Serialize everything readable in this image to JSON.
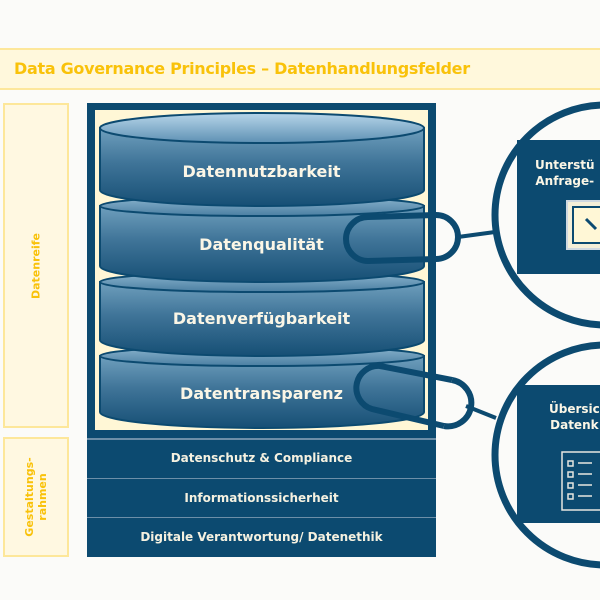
{
  "header": {
    "title": "Data Governance Principles – Datenhandlungsfelder"
  },
  "side_labels": {
    "datenreife": "Datenreife",
    "gestaltungsrahmen_line1": "Gestaltungs-",
    "gestaltungsrahmen_line2": "rahmen"
  },
  "stack": {
    "layers": [
      {
        "label": "Datennutzbarkeit"
      },
      {
        "label": "Datenqualität"
      },
      {
        "label": "Datenverfügbarkeit"
      },
      {
        "label": "Datentransparenz"
      }
    ]
  },
  "framework": {
    "rows": [
      {
        "label": "Datenschutz & Compliance"
      },
      {
        "label": "Informationssicherheit"
      },
      {
        "label": "Digitale Verantwortung/ Datenethik"
      }
    ]
  },
  "callouts": [
    {
      "line1": "Unterstü",
      "line2": "Anfrage-",
      "icon": "checkbox-check-icon"
    },
    {
      "line1": "Übersic",
      "line2": "Datenk",
      "icon": "checklist-icon"
    }
  ],
  "colors": {
    "navy": "#0c4a70",
    "gold": "#f9c20a",
    "cream": "#fff8dc"
  }
}
